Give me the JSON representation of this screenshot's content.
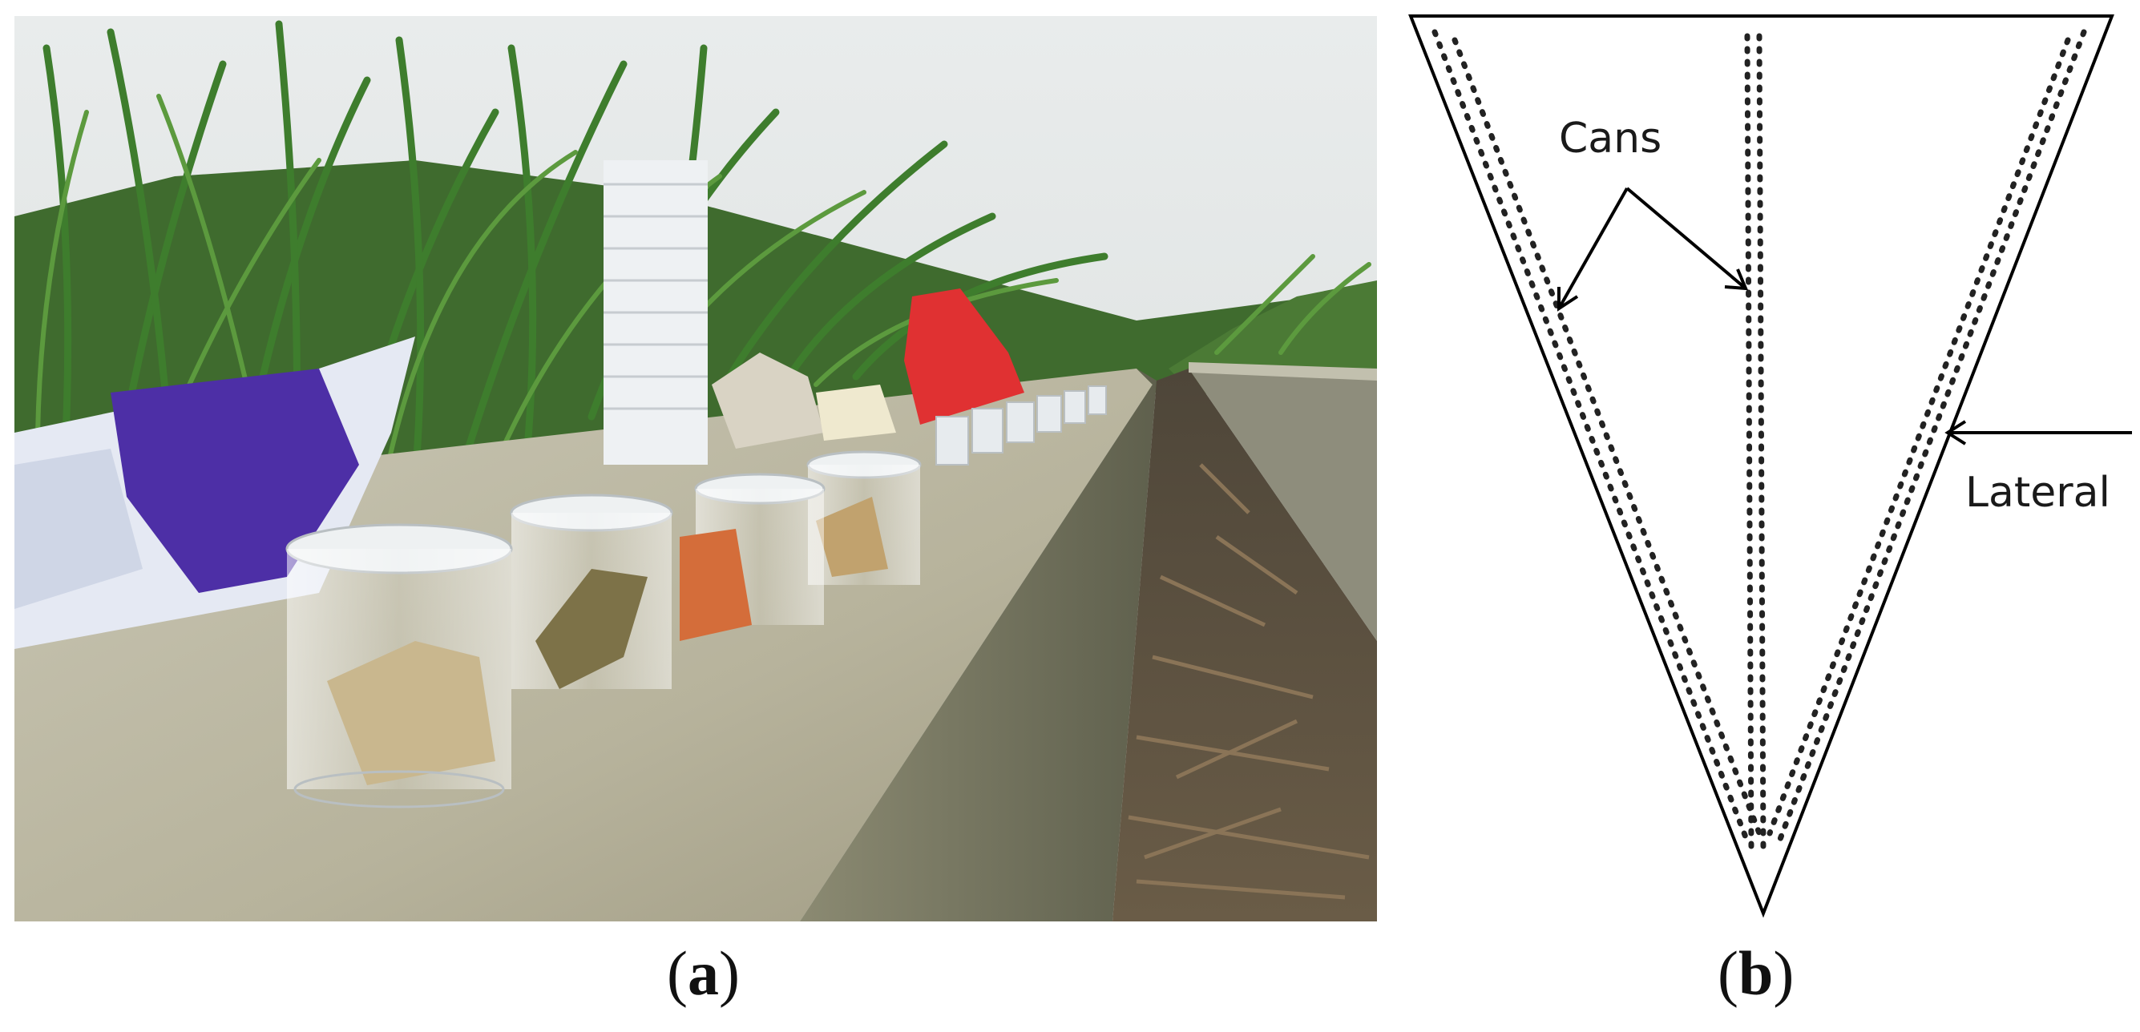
{
  "panel_a": {
    "caption_open": "(",
    "caption_letter": "a",
    "caption_close": ")",
    "image": "field photo: plastic catch cans with stone samples on a concrete canal wall beside sugarcane"
  },
  "panel_b": {
    "caption_open": "(",
    "caption_letter": "b",
    "caption_close": ")",
    "label_cans": "Cans",
    "label_lateral": "Lateral"
  }
}
